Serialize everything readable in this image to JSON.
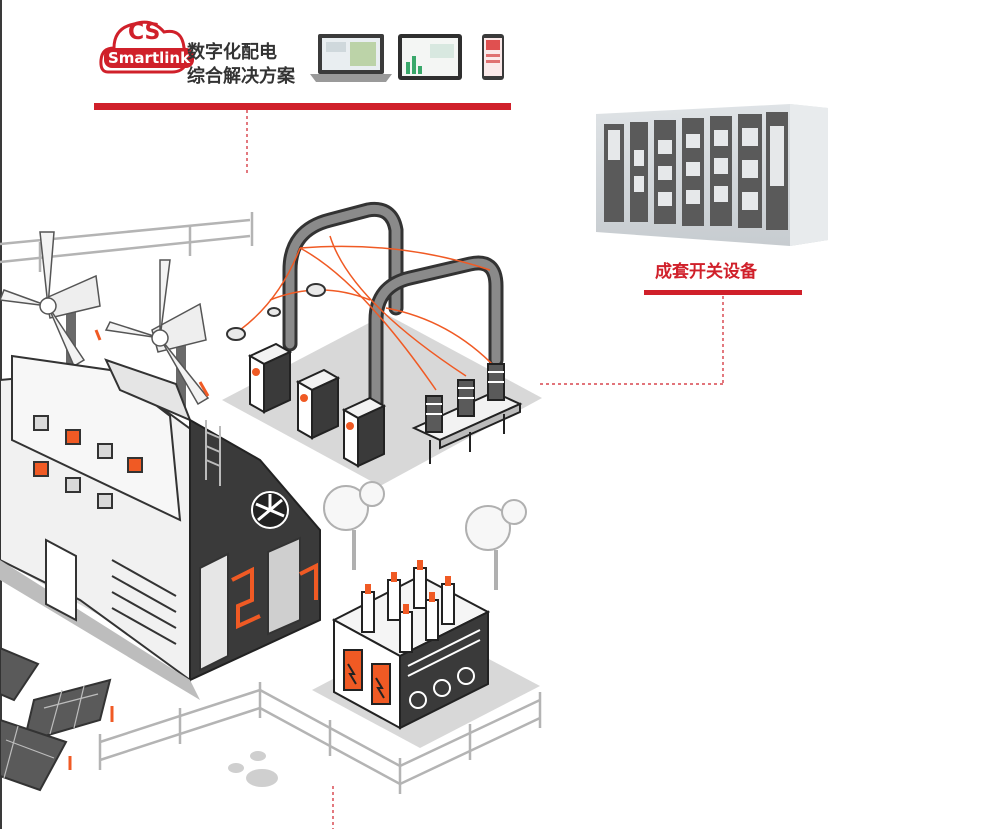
{
  "logo": {
    "brand_top": "CS",
    "brand_bottom": "Smartlink",
    "title_line1": "数字化配电",
    "title_line2": "综合解决方案"
  },
  "labels": {
    "switchgear": "成套开关设备"
  },
  "colors": {
    "accent": "#d0202a",
    "orange": "#f05a24",
    "dark": "#3c3c3c",
    "ground": "#d9d9d9",
    "light": "#f3f3f3"
  }
}
